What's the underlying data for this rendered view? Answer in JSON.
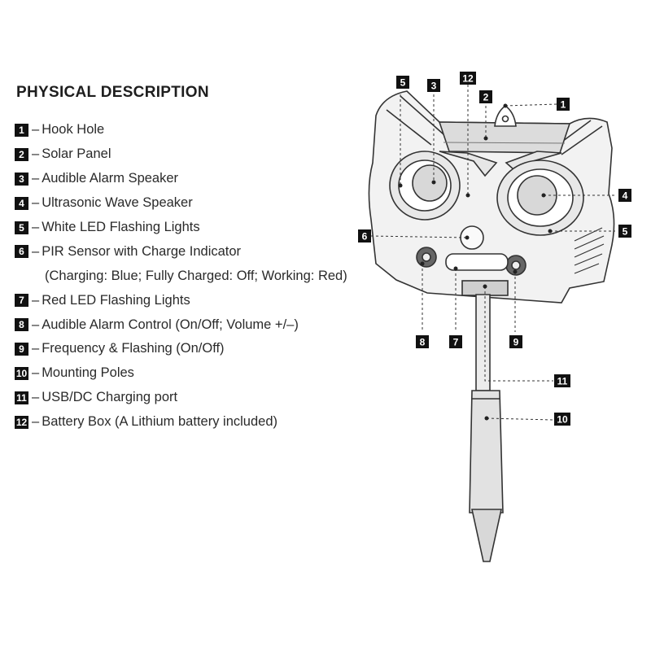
{
  "title": "PHYSICAL DESCRIPTION",
  "separator": "–",
  "parts": [
    {
      "num": "1",
      "label": "Hook Hole"
    },
    {
      "num": "2",
      "label": "Solar Panel"
    },
    {
      "num": "3",
      "label": "Audible Alarm Speaker"
    },
    {
      "num": "4",
      "label": "Ultrasonic Wave Speaker"
    },
    {
      "num": "5",
      "label": "White LED Flashing Lights"
    },
    {
      "num": "6",
      "label": "PIR Sensor with Charge Indicator"
    },
    {
      "num": "",
      "label": "(Charging: Blue; Fully Charged: Off; Working: Red)"
    },
    {
      "num": "7",
      "label": "Red LED Flashing Lights"
    },
    {
      "num": "8",
      "label": "Audible Alarm Control (On/Off; Volume +/–)"
    },
    {
      "num": "9",
      "label": "Frequency & Flashing (On/Off)"
    },
    {
      "num": "10",
      "label": "Mounting Poles"
    },
    {
      "num": "11",
      "label": "USB/DC Charging port"
    },
    {
      "num": "12",
      "label": "Battery Box (A Lithium battery included)"
    }
  ],
  "callouts": [
    {
      "num": "1"
    },
    {
      "num": "2"
    },
    {
      "num": "3"
    },
    {
      "num": "4"
    },
    {
      "num": "5"
    },
    {
      "num": "5"
    },
    {
      "num": "6"
    },
    {
      "num": "7"
    },
    {
      "num": "8"
    },
    {
      "num": "9"
    },
    {
      "num": "10"
    },
    {
      "num": "11"
    },
    {
      "num": "12"
    }
  ],
  "colors": {
    "ink": "#1e1e1e",
    "badge": "#111111",
    "device_outline": "#333333",
    "device_fill": "#f2f2f2"
  }
}
